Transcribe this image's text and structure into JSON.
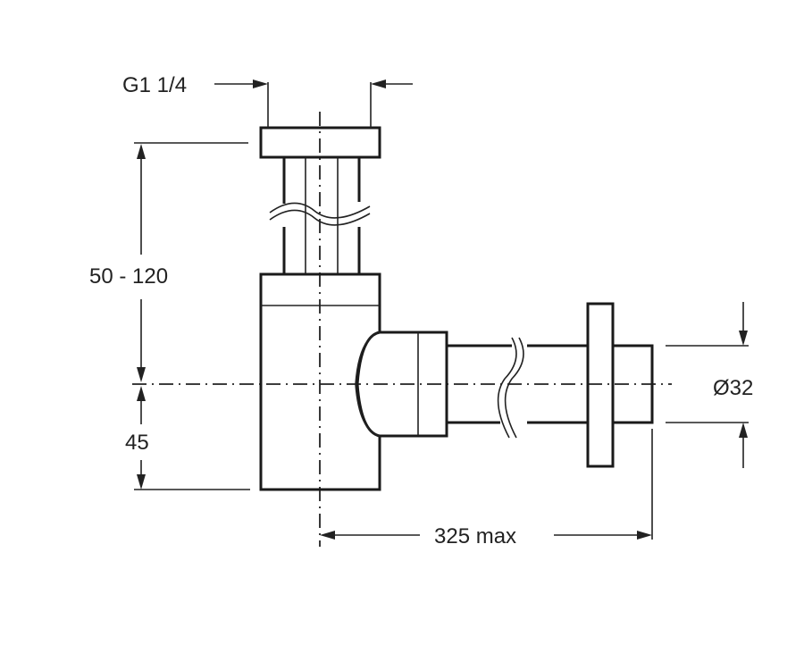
{
  "labels": {
    "thread": "G1 1/4",
    "height_range": "50 - 120",
    "lower_height": "45",
    "length": "325 max",
    "diameter": "Ø32"
  },
  "colors": {
    "line": "#1a1a1a",
    "background": "#ffffff"
  }
}
